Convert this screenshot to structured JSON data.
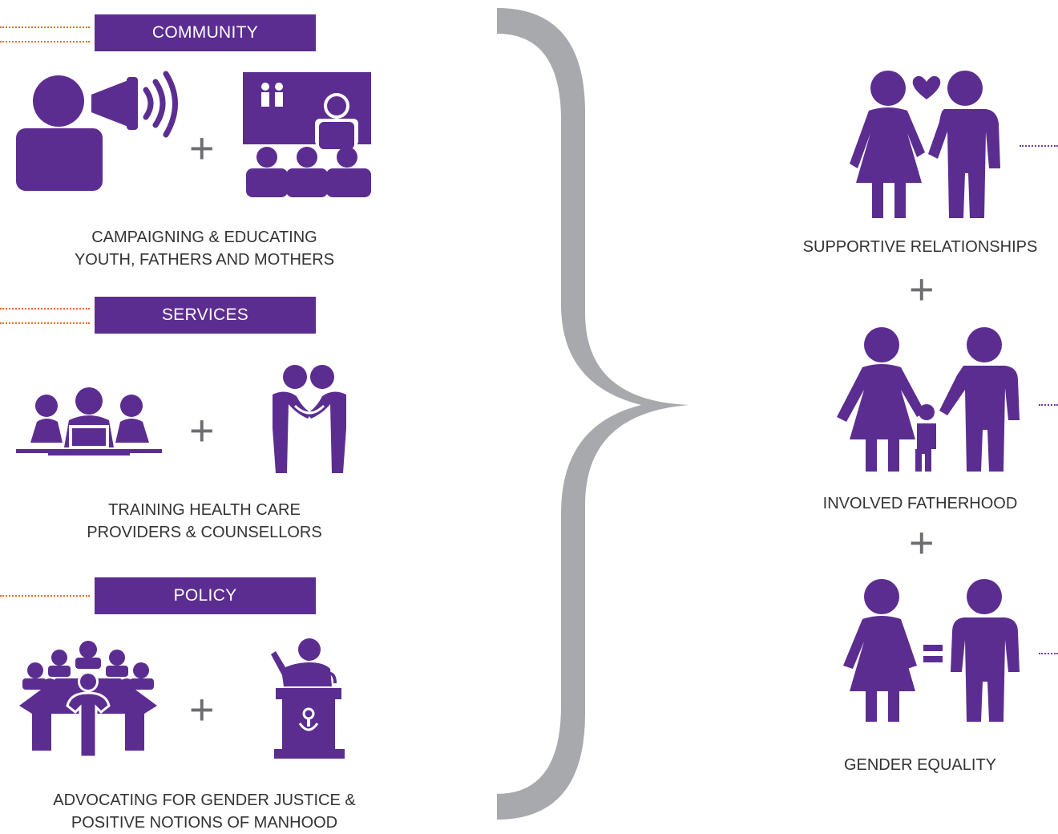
{
  "colors": {
    "purple": "#5c2d91",
    "gray": "#a7a9ac",
    "orange": "#e8692b",
    "text": "#333333"
  },
  "left": {
    "community": {
      "banner": "COMMUNITY",
      "caption": "CAMPAIGNING & EDUCATING\nYOUTH, FATHERS AND MOTHERS",
      "icons": [
        "megaphone-person-icon",
        "classroom-icon"
      ]
    },
    "services": {
      "banner": "SERVICES",
      "caption": "TRAINING HEALTH CARE\nPROVIDERS & COUNSELLORS",
      "icons": [
        "training-desks-icon",
        "handshake-icon"
      ]
    },
    "policy": {
      "banner": "POLICY",
      "caption": "ADVOCATING FOR GENDER JUSTICE &\nPOSITIVE NOTIONS OF MANHOOD",
      "icons": [
        "meeting-table-icon",
        "podium-speaker-icon"
      ]
    }
  },
  "right": {
    "outcomes": [
      {
        "label": "SUPPORTIVE RELATIONSHIPS",
        "icon": "couple-heart-icon"
      },
      {
        "label": "INVOLVED FATHERHOOD",
        "icon": "family-icon"
      },
      {
        "label": "GENDER EQUALITY",
        "icon": "gender-equal-icon"
      }
    ]
  },
  "symbols": {
    "plus": "+"
  }
}
